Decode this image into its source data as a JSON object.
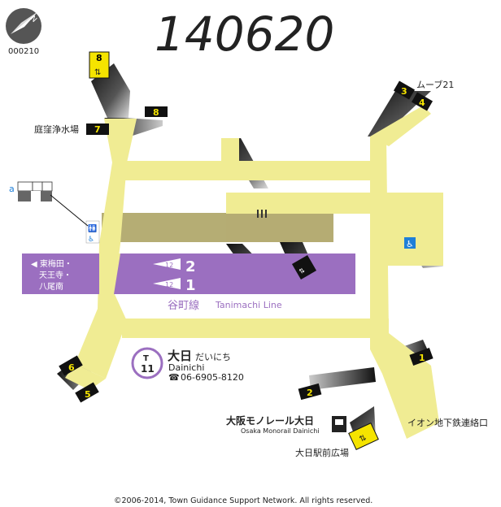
{
  "map_code": "000210",
  "watermark": "140620",
  "station": {
    "line_code": "T",
    "station_number": "11",
    "name_jp": "大日",
    "name_kana": "だいにち",
    "name_romaji": "Dainichi",
    "phone": "06-6905-8120",
    "phone_icon": "phone-icon"
  },
  "line": {
    "name_jp": "谷町線",
    "name_en": "Tanimachi Line",
    "color": "#9b6fc0",
    "direction_west_lines": [
      "◀ 東梅田・",
      "天王寺・",
      "八尾南"
    ],
    "track_2": "2",
    "track_1": "1"
  },
  "exits": [
    {
      "number": "1",
      "label": "イオン地下鉄連絡口"
    },
    {
      "number": "2",
      "label": ""
    },
    {
      "number": "3",
      "label": "ムーブ21"
    },
    {
      "number": "4",
      "label": "ムーブ21"
    },
    {
      "number": "5",
      "label": ""
    },
    {
      "number": "6",
      "label": ""
    },
    {
      "number": "7",
      "label": "庭窪浄水場"
    },
    {
      "number": "8",
      "label": ""
    }
  ],
  "labels": {
    "exit3_4": "ムーブ21",
    "exit7": "庭窪浄水場",
    "exit1": "イオン地下鉄連絡口",
    "plaza": "大日駅前広場",
    "monorail_jp": "大阪モノレール大日",
    "monorail_en": "Osaka Monorail Dainichi",
    "facility_a": "a",
    "copyright": "©2006-2014, Town Guidance Support Network. All rights reserved."
  },
  "colors": {
    "corridor": "#f0ec93",
    "concourse": "#b5ad74",
    "badge": "#111111",
    "badge_text": "#f5e400",
    "elevator_badge": "#f5e400"
  }
}
